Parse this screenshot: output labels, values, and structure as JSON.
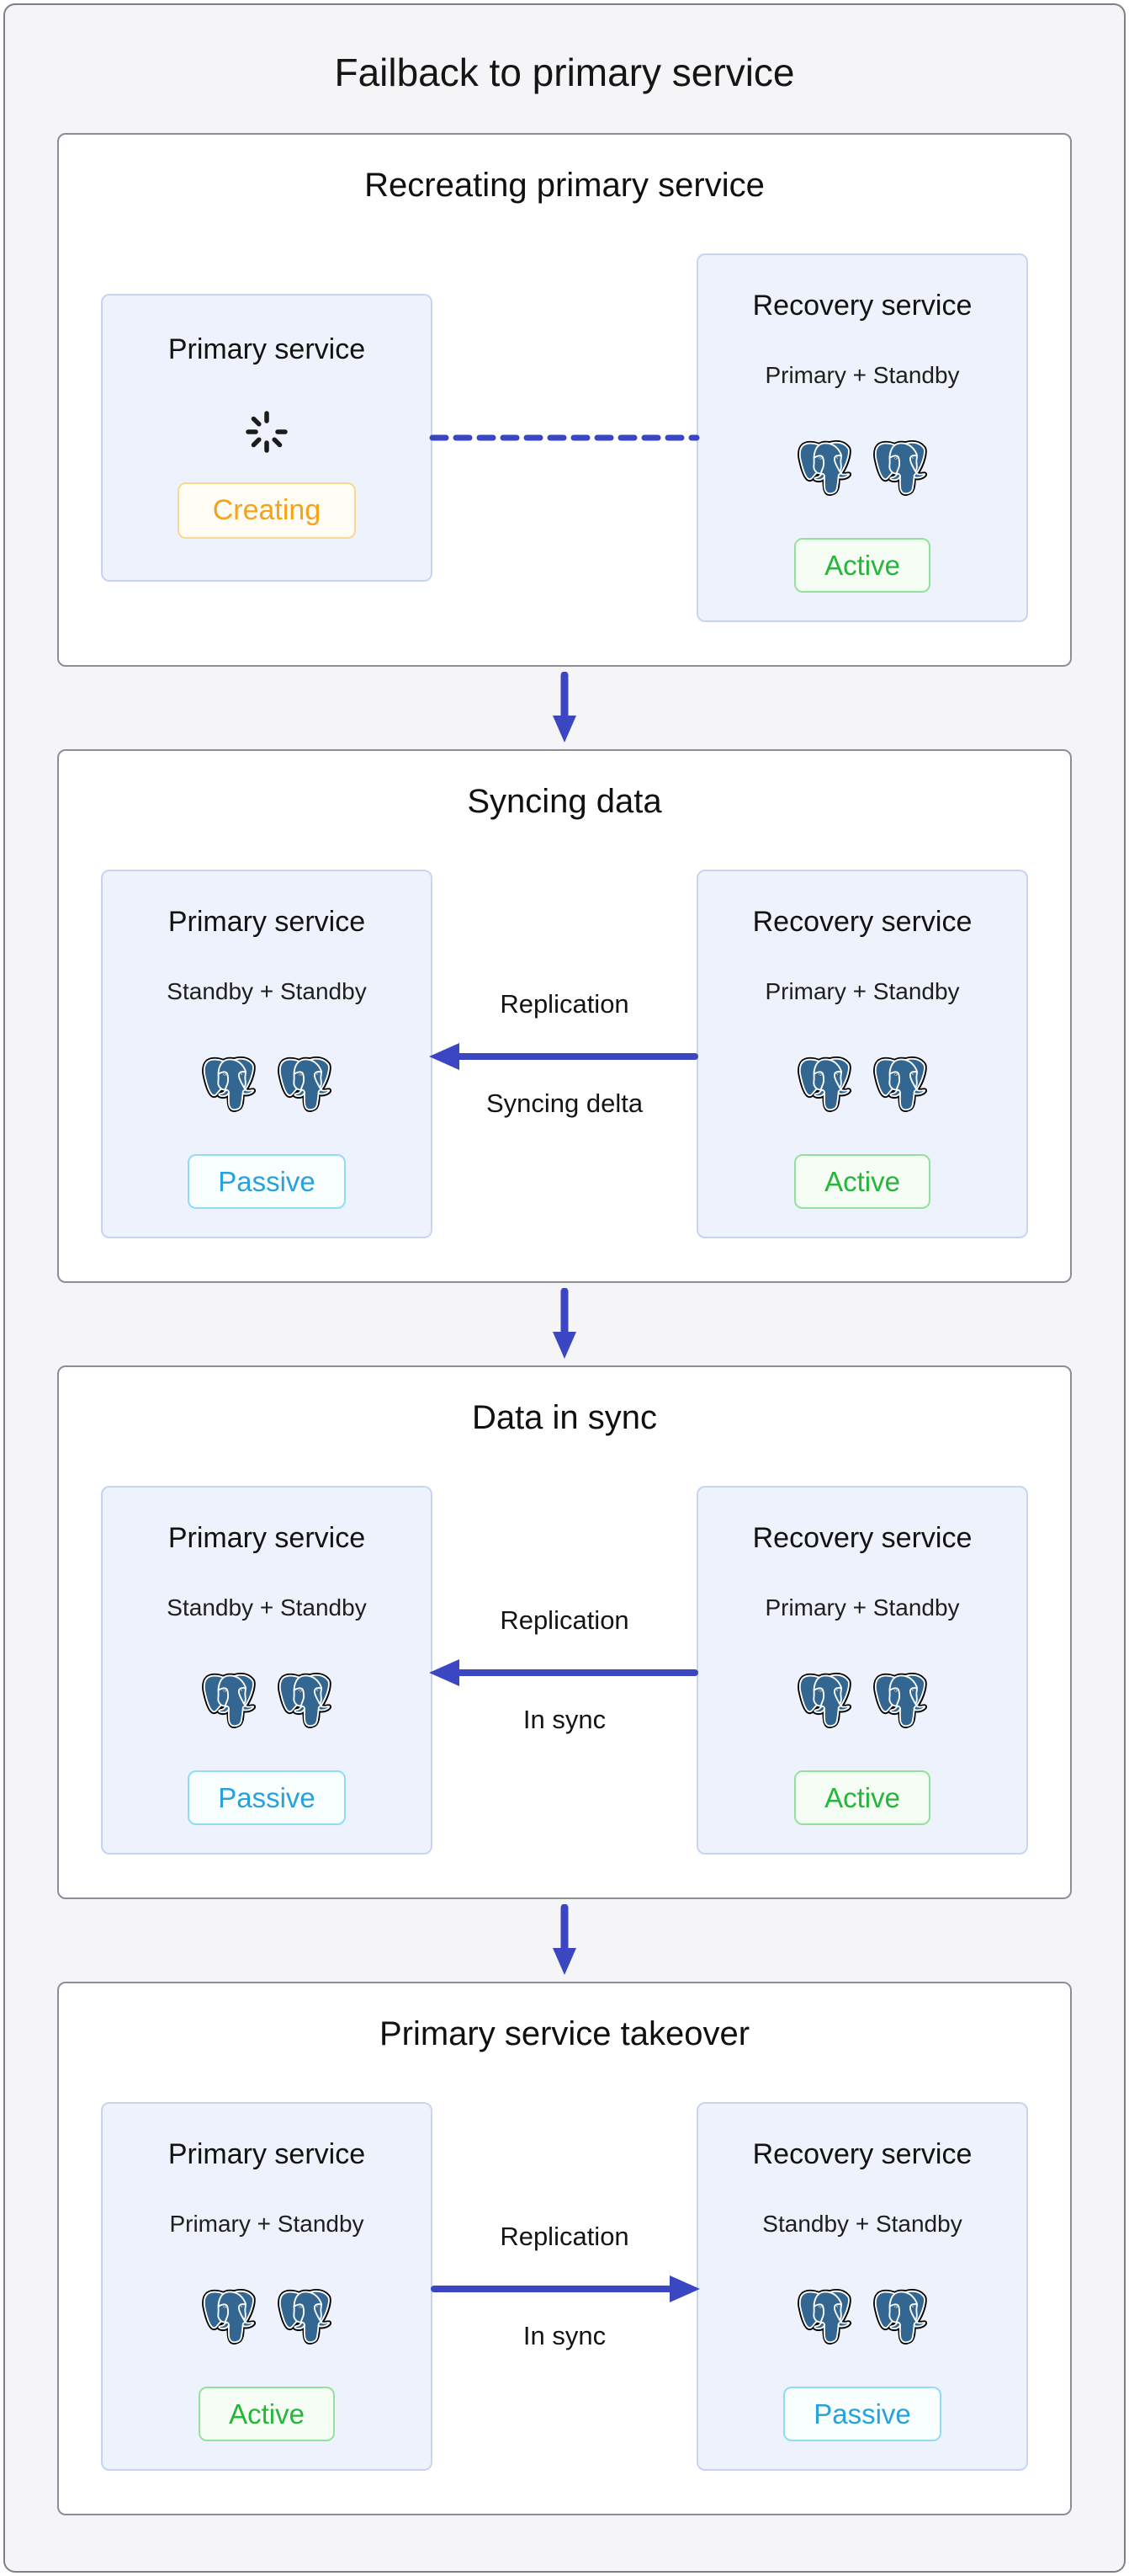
{
  "title": "Failback to primary service",
  "colors": {
    "arrow_blue": "#3b46c3",
    "elephant_blue": "#336791",
    "status_active_green": "#27b53b",
    "status_passive_blue": "#29a1dc",
    "status_creating_orange": "#f7a21b",
    "node_background": "#edf2fc",
    "frame_background": "#f5f5f7"
  },
  "icons": {
    "database": "postgres-elephant-icon",
    "loading": "spinner-icon",
    "flow": "arrow-down-icon"
  },
  "stages": [
    {
      "title": "Recreating primary service",
      "left": {
        "title": "Primary service",
        "status": "Creating"
      },
      "right": {
        "title": "Recovery service",
        "subtitle": "Primary + Standby",
        "status": "Active"
      },
      "connector": {
        "type": "dashed-line",
        "label_top": "",
        "label_bottom": ""
      }
    },
    {
      "title": "Syncing data",
      "left": {
        "title": "Primary service",
        "subtitle": "Standby + Standby",
        "status": "Passive"
      },
      "right": {
        "title": "Recovery service",
        "subtitle": "Primary + Standby",
        "status": "Active"
      },
      "connector": {
        "type": "arrow-left",
        "label_top": "Replication",
        "label_bottom": "Syncing delta"
      }
    },
    {
      "title": "Data in sync",
      "left": {
        "title": "Primary service",
        "subtitle": "Standby + Standby",
        "status": "Passive"
      },
      "right": {
        "title": "Recovery service",
        "subtitle": "Primary + Standby",
        "status": "Active"
      },
      "connector": {
        "type": "arrow-left",
        "label_top": "Replication",
        "label_bottom": "In sync"
      }
    },
    {
      "title": "Primary service takeover",
      "left": {
        "title": "Primary service",
        "subtitle": "Primary + Standby",
        "status": "Active"
      },
      "right": {
        "title": "Recovery service",
        "subtitle": "Standby + Standby",
        "status": "Passive"
      },
      "connector": {
        "type": "arrow-right",
        "label_top": "Replication",
        "label_bottom": "In sync"
      }
    }
  ]
}
